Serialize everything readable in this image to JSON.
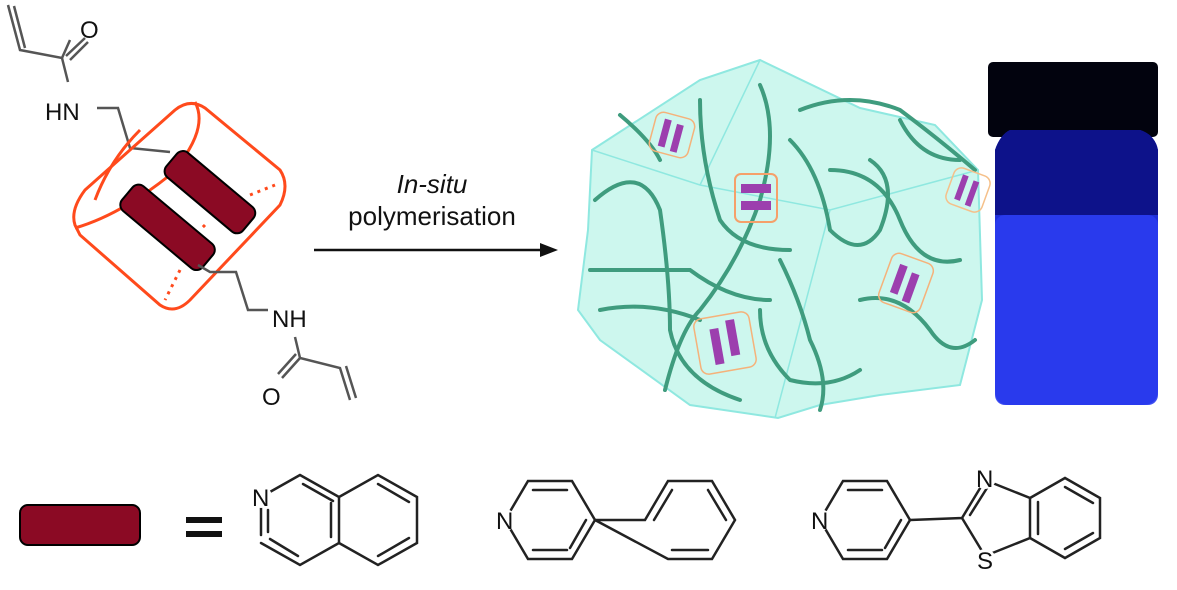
{
  "monomer": {
    "top_amide_o": "O",
    "top_amine": "HN",
    "bottom_amine": "NH",
    "bottom_amide_o": "O"
  },
  "reaction": {
    "condition_italic": "In-situ",
    "condition": "polymerisation"
  },
  "equals_sign": "=",
  "legend": {
    "guest_equals": "=",
    "isoquinoline": {
      "n_label": "N"
    },
    "phenylpyridine": {
      "n_label": "N"
    },
    "pyridyl_benzothiazole": {
      "pyridine_n": "N",
      "thiazole_n": "N",
      "thiazole_s": "S"
    }
  },
  "colors": {
    "host_cage": "#ff4a1c",
    "guest": "#8b0a24",
    "gel": "#cdf7ee",
    "polymer": "#3f9c7e",
    "vial_liquid": "#2a3cf0"
  }
}
